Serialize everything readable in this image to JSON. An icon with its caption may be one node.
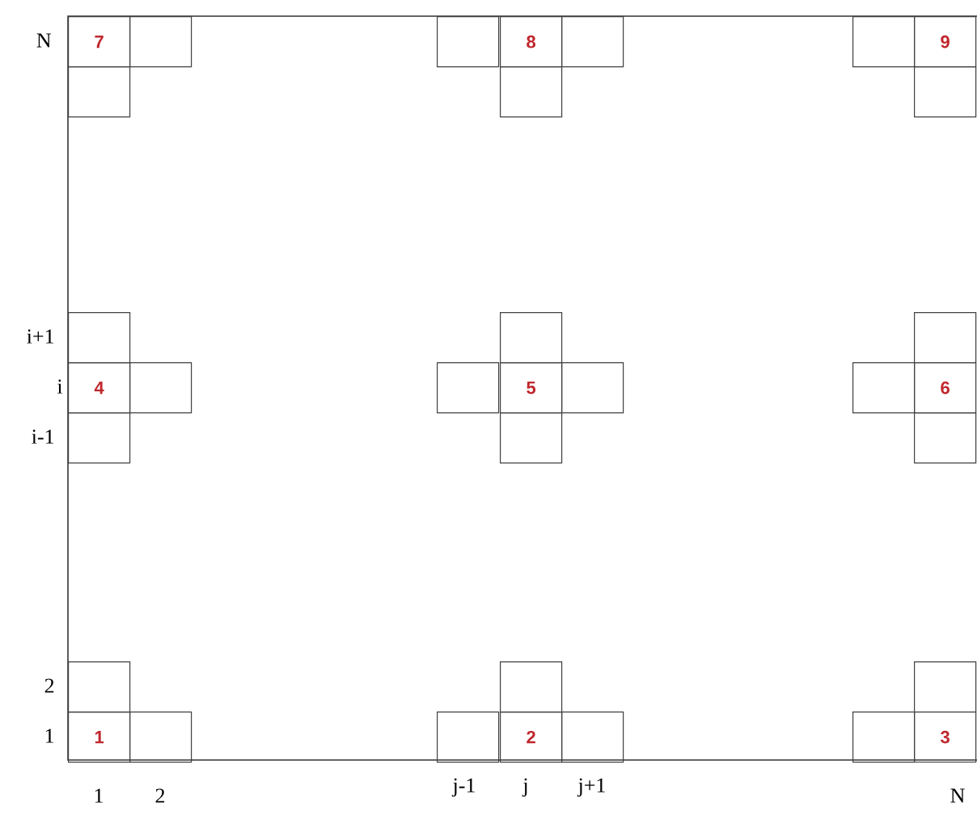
{
  "diagram": {
    "nodes": [
      {
        "text": [
          "7"
        ]
      },
      {
        "text": [],
        "shape": "box"
      },
      {
        "text": [],
        "shape": "box"
      },
      {
        "text": [
          "8"
        ]
      },
      {
        "text": [],
        "shape": "box"
      },
      {
        "text": [],
        "shape": "box"
      },
      {
        "text": [
          "9"
        ]
      },
      {
        "text": [],
        "shape": "box"
      },
      {
        "text": [],
        "shape": "box"
      },
      {
        "text": [],
        "shape": "box"
      },
      {
        "text": [],
        "shape": "box"
      },
      {
        "text": [],
        "shape": "box"
      },
      {
        "text": [],
        "shape": "box"
      },
      {
        "text": [
          "4"
        ]
      },
      {
        "text": [],
        "shape": "box"
      },
      {
        "text": [],
        "shape": "box"
      },
      {
        "text": [
          "5"
        ]
      },
      {
        "text": [],
        "shape": "box"
      },
      {
        "text": [],
        "shape": "box"
      },
      {
        "text": [
          "6"
        ]
      },
      {
        "text": [],
        "shape": "box"
      },
      {
        "text": [],
        "shape": "box"
      },
      {
        "text": [],
        "shape": "box"
      },
      {
        "text": [],
        "shape": "box"
      },
      {
        "text": [],
        "shape": "box"
      },
      {
        "text": [],
        "shape": "box"
      },
      {
        "text": [
          "1"
        ]
      },
      {
        "text": [],
        "shape": "box"
      },
      {
        "text": [],
        "shape": "box"
      },
      {
        "text": [
          "2"
        ]
      },
      {
        "text": [],
        "shape": "box"
      },
      {
        "text": [],
        "shape": "box"
      },
      {
        "text": [
          "3"
        ]
      }
    ],
    "labels": [
      "N",
      "i+1",
      "i",
      "i-1",
      "2",
      "1",
      "1",
      "2",
      "j-1",
      "j",
      "j+1",
      "N"
    ]
  }
}
